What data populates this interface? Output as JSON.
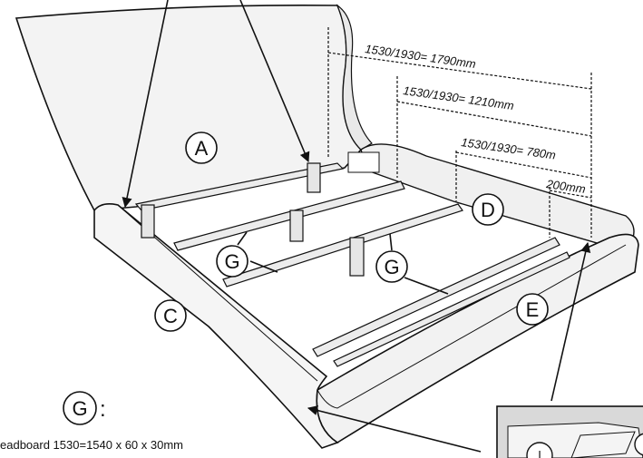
{
  "labels": {
    "A": "A",
    "C": "C",
    "D": "D",
    "E": "E",
    "G1": "G",
    "G2": "G",
    "G_legend": "G",
    "G_colon": ":",
    "inset_partial": "I"
  },
  "dimensions": {
    "d1": "1530/1930= 1790mm",
    "d2": "1530/1930= 1210mm",
    "d3": "1530/1930= 780m",
    "d4": "200mm"
  },
  "footnote": "eadboard 1530=1540 x 60 x 30mm",
  "colors": {
    "line": "#111111",
    "fabric": "#f2f2f2",
    "wood": "#e8e8e8",
    "inset_bg": "#d9d9d9"
  }
}
